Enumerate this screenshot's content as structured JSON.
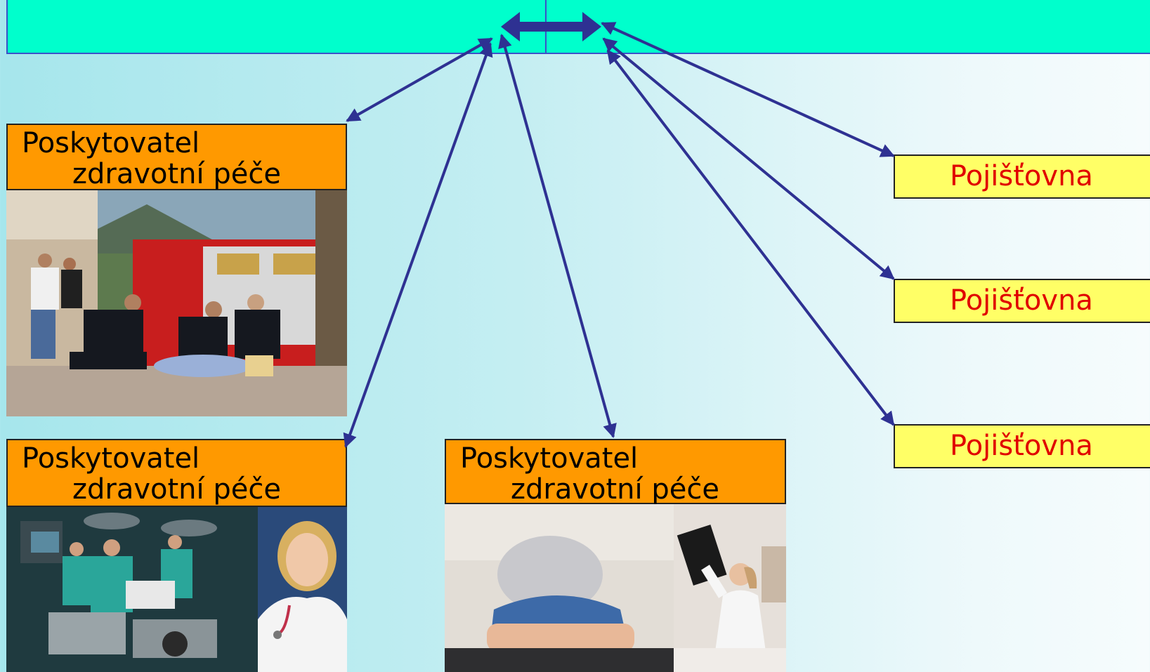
{
  "providers": [
    {
      "line1": "Poskytovatel",
      "line2": "zdravotní péče"
    },
    {
      "line1": "Poskytovatel",
      "line2": "zdravotní péče"
    },
    {
      "line1": "Poskytovatel",
      "line2": "zdravotní péče"
    }
  ],
  "insurers": [
    {
      "label": "Pojišťovna"
    },
    {
      "label": "Pojišťovna"
    },
    {
      "label": "Pojišťovna"
    }
  ],
  "photos": [
    {
      "icon": "ambulance-scene-photo"
    },
    {
      "icon": "operating-room-photo"
    },
    {
      "icon": "female-doctor-photo"
    },
    {
      "icon": "tired-surgeon-photo"
    },
    {
      "icon": "doctor-xray-photo"
    }
  ],
  "colors": {
    "header": "#00ffcc",
    "provider": "#ff9900",
    "insurer": "#ffff66",
    "insurer_text": "#e00000",
    "arrow": "#2e3192"
  }
}
